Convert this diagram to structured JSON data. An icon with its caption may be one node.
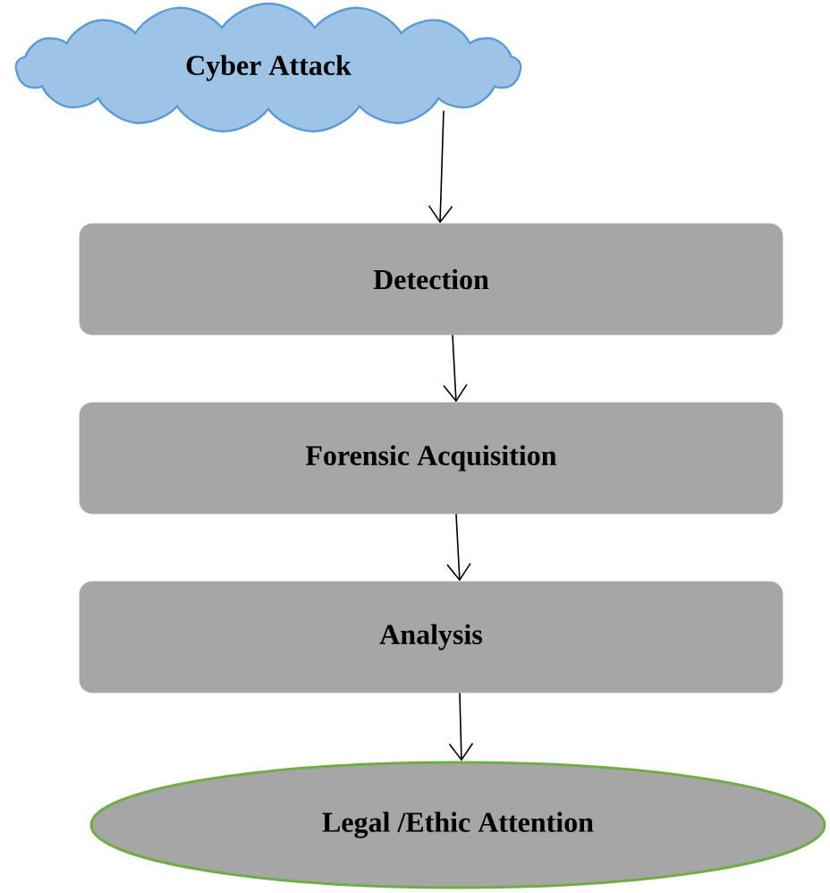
{
  "diagram": {
    "nodes": [
      {
        "text": [
          "Cyber Attack"
        ]
      },
      {
        "text": [
          "Detection"
        ]
      },
      {
        "text": [
          "Forensic Acquisition"
        ]
      },
      {
        "text": [
          "Analysis"
        ]
      },
      {
        "text": [
          "Legal /Ethic Attention"
        ]
      }
    ],
    "edges": [
      {
        "from": 0,
        "to": 1,
        "arrow": "to"
      },
      {
        "from": 1,
        "to": 2,
        "arrow": "to"
      },
      {
        "from": 2,
        "to": 3,
        "arrow": "to"
      },
      {
        "from": 3,
        "to": 4,
        "arrow": "to"
      }
    ]
  }
}
